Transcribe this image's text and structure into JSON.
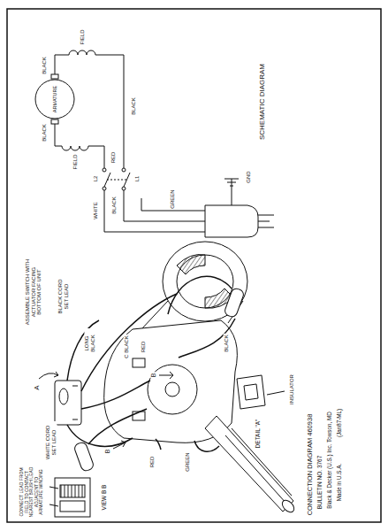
{
  "diagram": {
    "title": "CONNECTION DIAGRAM 460938",
    "labels": [
      "SCHEMATIC DIAGRAM",
      "BLACK",
      "FIELD",
      "ARMATURE",
      "BLACK",
      "FIELD",
      "RED",
      "BLACK",
      "L2",
      "L1",
      "WHITE",
      "BLACK",
      "GREEN",
      "GND",
      "ASSEMBLE SWITCH WITH ACTUATOR FACING BOTTOM OF UNIT",
      "BLACK CORD SET LEAD",
      "LONG BLACK",
      "BLACK",
      "C BLACK",
      "RED",
      "B",
      "GREEN",
      "A",
      "B",
      "RED",
      "WHITE CORD SET LEAD",
      "DETAIL \"A\"",
      "INSULATOR",
      "VIEW B B",
      "CONNECT LEAD FROM FIELD TO CONTACT NEAREST BRUSH LEAD ADJACENT TO ARMATURE WINDING",
      "BULLETIN NO. 3767",
      "Black & Decker (U.S.) Inc. Towson, MD",
      "(Jan87-ML)",
      "Made in U.S.A."
    ]
  }
}
